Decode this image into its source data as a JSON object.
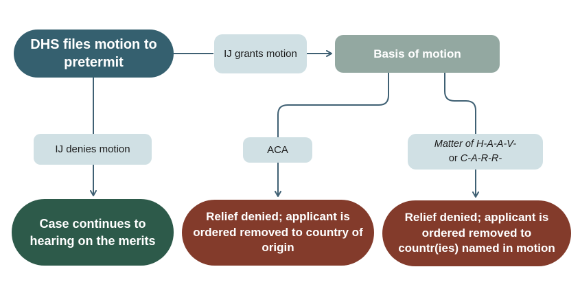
{
  "colors": {
    "teal": "#35606f",
    "sage": "#93a8a1",
    "lightblue": "#d0e0e4",
    "green": "#2d5a4a",
    "red": "#833b2b",
    "line": "#3f6073",
    "text_dark": "#1c1c1c",
    "text_light": "#ffffff"
  },
  "nodes": {
    "dhs": {
      "label": "DHS files motion to pretermit"
    },
    "ij_grants": {
      "label": "IJ grants motion"
    },
    "basis": {
      "label": "Basis of motion"
    },
    "ij_denies": {
      "label": "IJ denies motion"
    },
    "aca": {
      "label": "ACA"
    },
    "matter": {
      "line1": "Matter of H-A-A-V-",
      "line2_prefix": "or",
      "line2_case": "C-A-R-R-"
    },
    "case_continues": {
      "label": "Case continues to hearing on the merits"
    },
    "relief_origin": {
      "label": "Relief denied; applicant is ordered removed to country of origin"
    },
    "relief_named": {
      "label": "Relief denied; applicant is ordered removed to countr(ies) named in motion"
    }
  }
}
